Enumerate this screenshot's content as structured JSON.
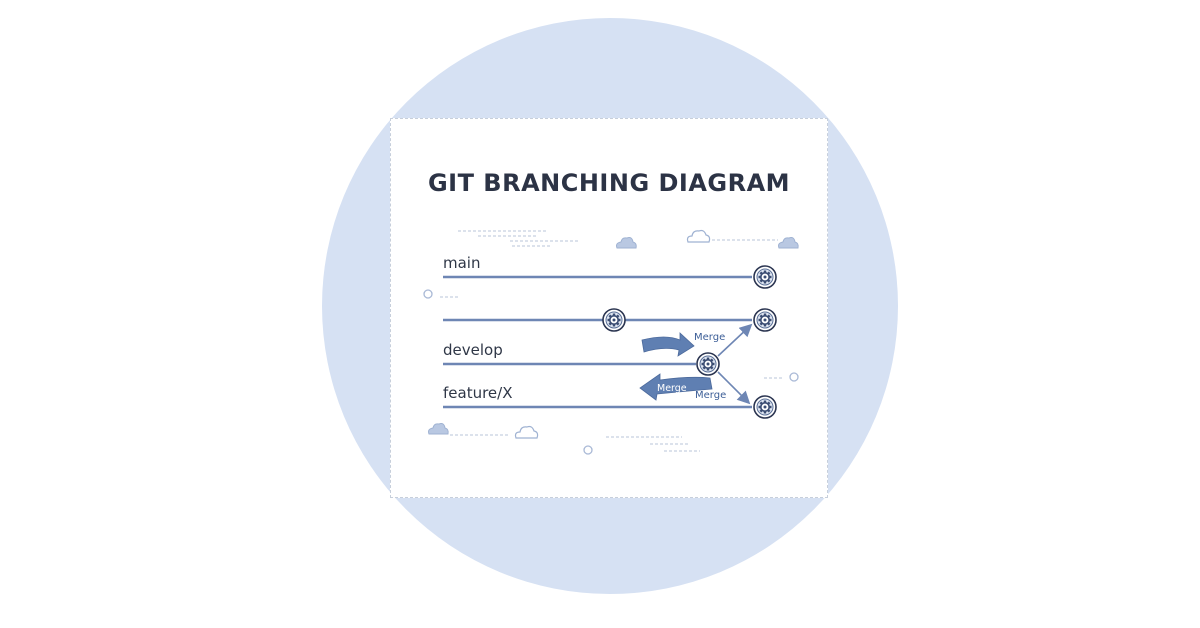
{
  "title": "GIT BRANCHING DIAGRAM",
  "branches": {
    "main": "main",
    "develop": "develop",
    "feature": "feature/X"
  },
  "merge_labels": {
    "upper": "Merge",
    "lower": "Merge",
    "arrow": "Merge"
  },
  "icons": {
    "commit": "gear-icon",
    "decoration": "cloud-icon"
  },
  "colors": {
    "background_circle": "#d6e1f3",
    "line": "#6e86b4",
    "arrow": "#5f7fb2",
    "text": "#2c3345"
  }
}
